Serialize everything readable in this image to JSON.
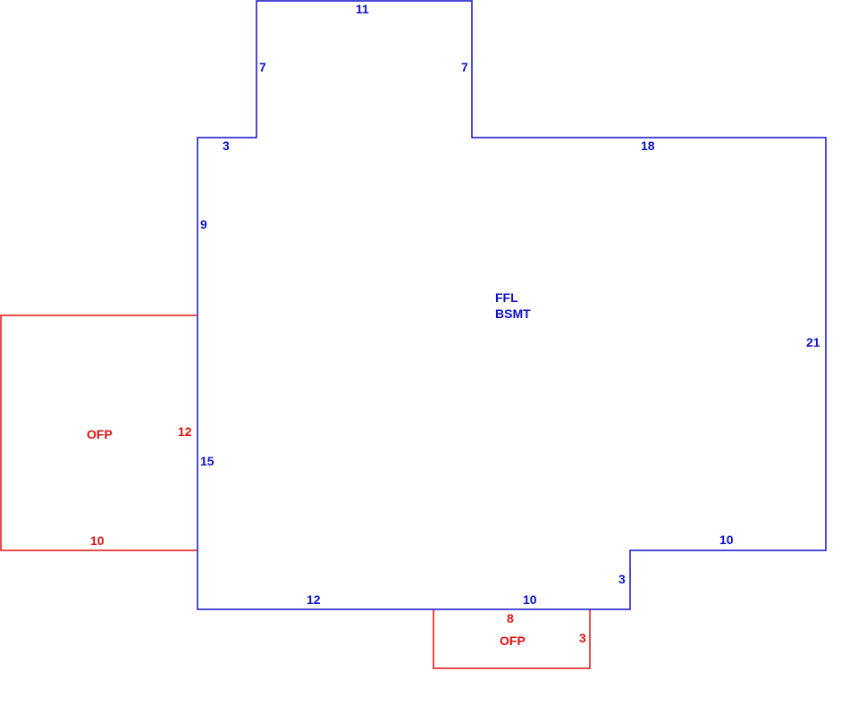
{
  "colors": {
    "main_outline": "#1010c8",
    "porch_outline": "#e01010"
  },
  "main_area": {
    "labels": [
      "FFL",
      "BSMT"
    ],
    "dimensions": {
      "top_bump_top": "11",
      "top_bump_left": "7",
      "top_bump_right": "7",
      "upper_left_step": "3",
      "upper_right_top": "18",
      "left_upper": "9",
      "left_lower": "15",
      "right_side": "21",
      "lower_right_top": "10",
      "lower_step": "3",
      "bottom_left": "12",
      "bottom_middle": "10"
    }
  },
  "left_porch": {
    "label": "OFP",
    "dimensions": {
      "height": "12",
      "width": "10"
    }
  },
  "bottom_porch": {
    "label": "OFP",
    "dimensions": {
      "width": "8",
      "height": "3"
    }
  }
}
